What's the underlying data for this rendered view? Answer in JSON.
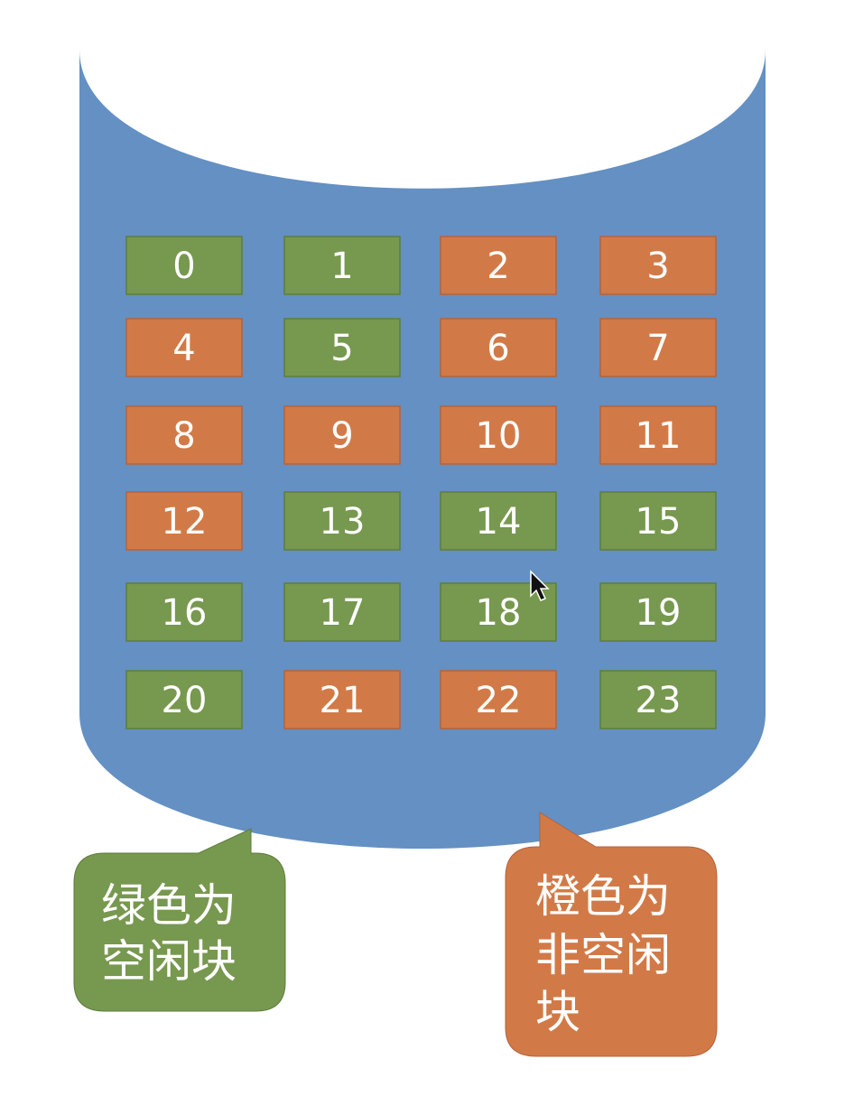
{
  "colors": {
    "cylinder": "#6490C3",
    "top": "#ffffff",
    "free": "#77984F",
    "used": "#D27A47",
    "text": "#ffffff"
  },
  "blocks": [
    {
      "label": "0",
      "status": "free"
    },
    {
      "label": "1",
      "status": "free"
    },
    {
      "label": "2",
      "status": "used"
    },
    {
      "label": "3",
      "status": "used"
    },
    {
      "label": "4",
      "status": "used"
    },
    {
      "label": "5",
      "status": "free"
    },
    {
      "label": "6",
      "status": "used"
    },
    {
      "label": "7",
      "status": "used"
    },
    {
      "label": "8",
      "status": "used"
    },
    {
      "label": "9",
      "status": "used"
    },
    {
      "label": "10",
      "status": "used"
    },
    {
      "label": "11",
      "status": "used"
    },
    {
      "label": "12",
      "status": "used"
    },
    {
      "label": "13",
      "status": "free"
    },
    {
      "label": "14",
      "status": "free"
    },
    {
      "label": "15",
      "status": "free"
    },
    {
      "label": "16",
      "status": "free"
    },
    {
      "label": "17",
      "status": "free"
    },
    {
      "label": "18",
      "status": "free"
    },
    {
      "label": "19",
      "status": "free"
    },
    {
      "label": "20",
      "status": "free"
    },
    {
      "label": "21",
      "status": "used"
    },
    {
      "label": "22",
      "status": "used"
    },
    {
      "label": "23",
      "status": "free"
    }
  ],
  "callouts": {
    "free": {
      "lines": [
        "绿色为",
        "空闲块"
      ]
    },
    "used": {
      "lines": [
        "橙色为",
        "非空闲",
        "块"
      ]
    }
  }
}
